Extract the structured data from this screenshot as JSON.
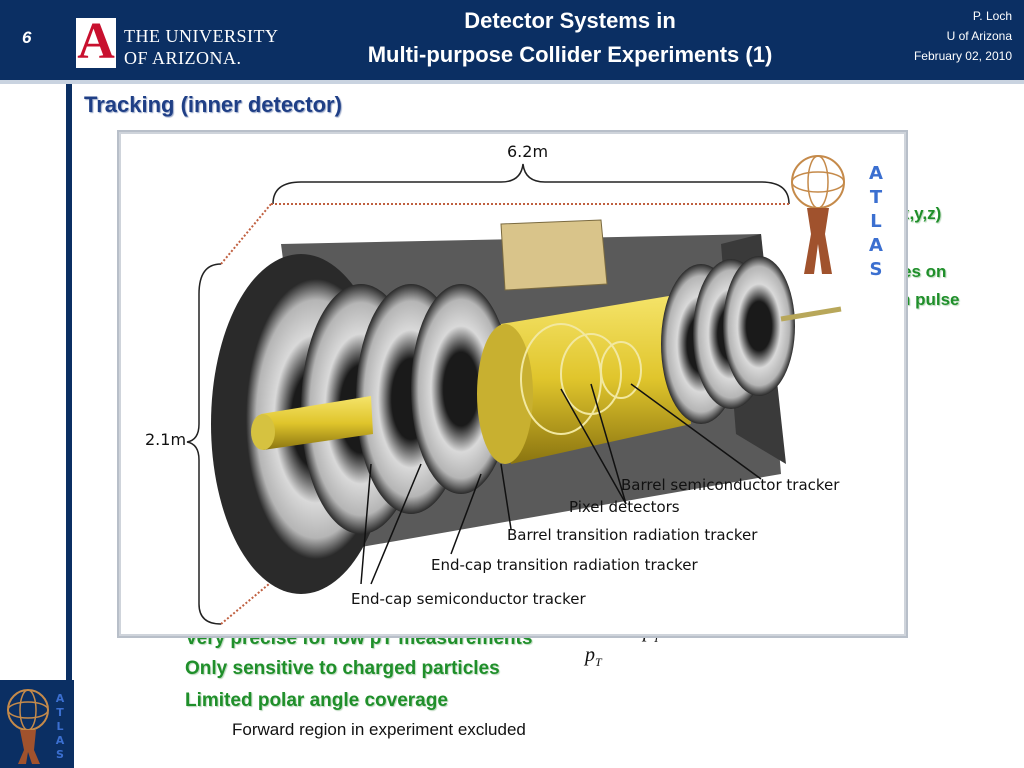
{
  "header": {
    "slide_number": "6",
    "logo_line1": "THE UNIVERSITY",
    "logo_line2": "OF ARIZONA.",
    "logo_letter": "A",
    "title_line1": "Detector Systems in",
    "title_line2": "Multi-purpose Collider Experiments (1)",
    "author": "P. Loch",
    "affiliation": "U of Arizona",
    "date": "February 02, 2010"
  },
  "section": {
    "title": "Tracking (inner detector)"
  },
  "figure": {
    "dim_length": "6.2m",
    "dim_height": "2.1m",
    "labels": {
      "barrel_sct": "Barrel semiconductor tracker",
      "pixel": "Pixel detectors",
      "barrel_trt": "Barrel transition radiation tracker",
      "endcap_trt": "End-cap transition radiation tracker",
      "endcap_sct": "End-cap semiconductor tracker"
    },
    "atlas_letters": [
      "A",
      "T",
      "L",
      "A",
      "S"
    ]
  },
  "partial_text": {
    "line1": "x,y,z)",
    "line2": "es  on",
    "line3": "n pulse"
  },
  "bullets": {
    "item1": "Very precise for low pT measurements",
    "item2": "Only sensitive to charged particles",
    "item3": "Limited polar angle coverage",
    "sub_item1": "Forward region in experiment excluded"
  },
  "formula": {
    "numerator_sym": "□",
    "var": "p",
    "sub": "T"
  },
  "sidebar": {
    "atlas_letters": [
      "A",
      "T",
      "L",
      "A",
      "S"
    ]
  },
  "colors": {
    "header_bg": "#0b2f63",
    "accent_green": "#1f8f2a",
    "heading_blue": "#1f3f86",
    "arizona_red": "#c8102e"
  }
}
